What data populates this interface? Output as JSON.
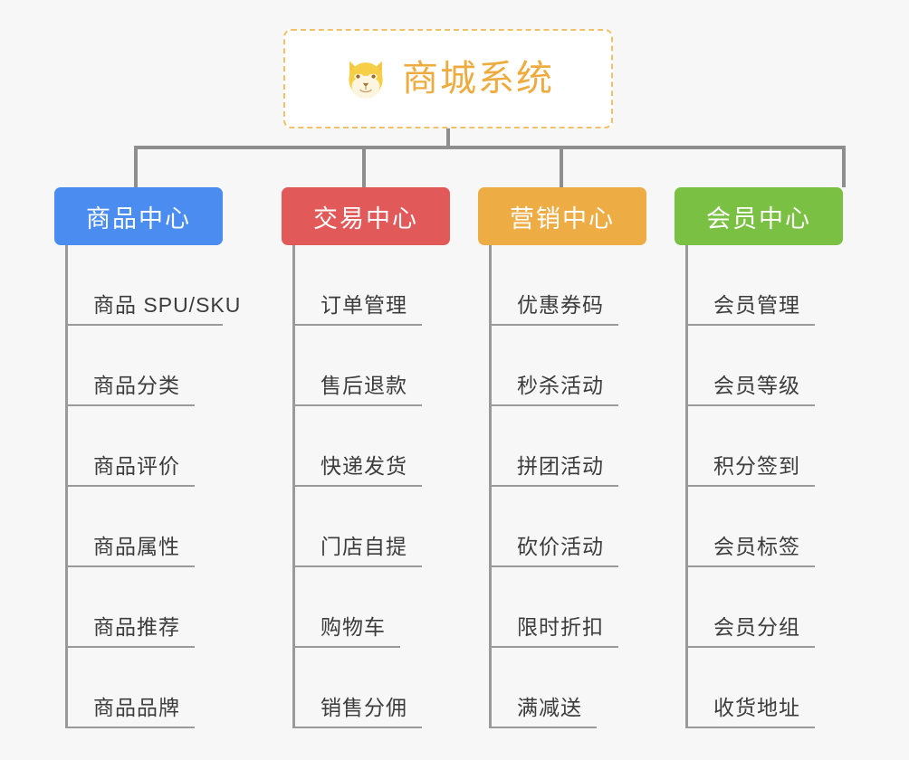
{
  "page": {
    "background": "#f7f7f7",
    "connector_color": "#8e8e8e"
  },
  "root": {
    "title": "商城系统",
    "icon": "shiba-dog-face-icon",
    "text_color": "#eeab3f",
    "border_color": "#f2c069",
    "background": "#ffffff"
  },
  "columns": [
    {
      "header": "商品中心",
      "color": "#4a8cf0",
      "items": [
        "商品 SPU/SKU",
        "商品分类",
        "商品评价",
        "商品属性",
        "商品推荐",
        "商品品牌"
      ]
    },
    {
      "header": "交易中心",
      "color": "#e2595a",
      "items": [
        "订单管理",
        "售后退款",
        "快递发货",
        "门店自提",
        "购物车",
        "销售分佣"
      ]
    },
    {
      "header": "营销中心",
      "color": "#eeac45",
      "items": [
        "优惠券码",
        "秒杀活动",
        "拼团活动",
        "砍价活动",
        "限时折扣",
        "满减送"
      ]
    },
    {
      "header": "会员中心",
      "color": "#7ac143",
      "items": [
        "会员管理",
        "会员等级",
        "积分签到",
        "会员标签",
        "会员分组",
        "收货地址"
      ]
    }
  ]
}
